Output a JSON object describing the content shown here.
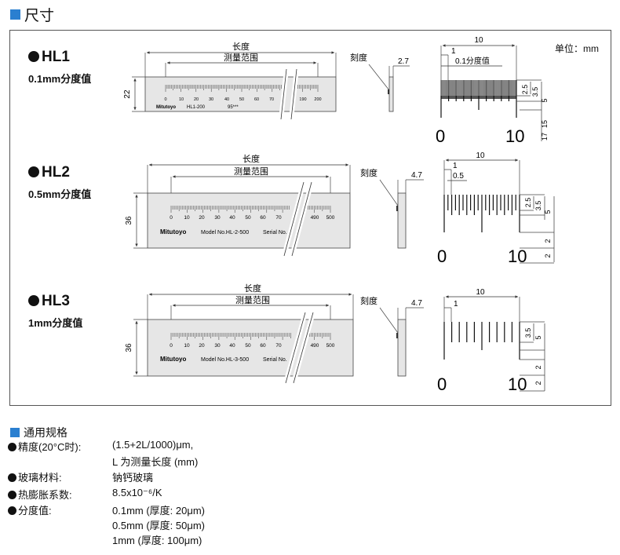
{
  "header": {
    "title": "尺寸",
    "unit": "单位：mm"
  },
  "sections": [
    {
      "title": "HL1",
      "subtitle": "0.1mm分度值",
      "length_label": "长度",
      "range_label": "测量范围",
      "height": "22",
      "brand": "Mitutoyo",
      "model": "HL1-200",
      "serial": "95***",
      "scale_labels": [
        "0",
        "10",
        "20",
        "30",
        "40",
        "50",
        "60",
        "70",
        "190",
        "200"
      ],
      "side_label": "刻度",
      "thickness": "2.7",
      "detail_labels": {
        "total": "10",
        "unit_mark": "1",
        "division": "0.1分度值",
        "d1": "2.5",
        "d2": "3.5",
        "d3": "5",
        "d4": "15",
        "d5": "17",
        "z": "0",
        "ten": "10"
      }
    },
    {
      "title": "HL2",
      "subtitle": "0.5mm分度值",
      "length_label": "长度",
      "range_label": "测量范围",
      "height": "36",
      "brand": "Mitutoyo",
      "model": "Model No.HL-2-500",
      "serial": "Serial No.",
      "scale_labels": [
        "0",
        "10",
        "20",
        "30",
        "40",
        "50",
        "60",
        "70",
        "490",
        "500"
      ],
      "side_label": "刻度",
      "thickness": "4.7",
      "detail_labels": {
        "total": "10",
        "unit_mark": "1",
        "division": "0.5",
        "d1": "2.5",
        "d2": "3.5",
        "d3": "5",
        "d4": "2",
        "d5": "2",
        "z": "0",
        "ten": "10"
      }
    },
    {
      "title": "HL3",
      "subtitle": "1mm分度值",
      "length_label": "长度",
      "range_label": "测量范围",
      "height": "36",
      "brand": "Mitutoyo",
      "model": "Model No.HL-3-500",
      "serial": "Serial No.",
      "scale_labels": [
        "0",
        "10",
        "20",
        "30",
        "40",
        "50",
        "60",
        "70",
        "490",
        "500"
      ],
      "side_label": "刻度",
      "thickness": "4.7",
      "detail_labels": {
        "total": "10",
        "unit_mark": "1",
        "division": "",
        "d1": "",
        "d2": "3.5",
        "d3": "5",
        "d4": "2",
        "d5": "2",
        "z": "0",
        "ten": "10"
      }
    }
  ],
  "specs": {
    "title": "通用规格",
    "rows": [
      {
        "label": "精度(20°C时):",
        "values": [
          "(1.5+2L/1000)μm,",
          "L 为测量长度 (mm)"
        ]
      },
      {
        "label": "玻璃材料:",
        "values": [
          "钠钙玻璃"
        ]
      },
      {
        "label": "热膨胀系数:",
        "values": [
          "8.5x10⁻⁶/K"
        ]
      },
      {
        "label": "分度值:",
        "values": [
          "0.1mm (厚度: 20μm)",
          "0.5mm (厚度: 50μm)",
          "1mm (厚度: 100μm)"
        ]
      }
    ]
  }
}
